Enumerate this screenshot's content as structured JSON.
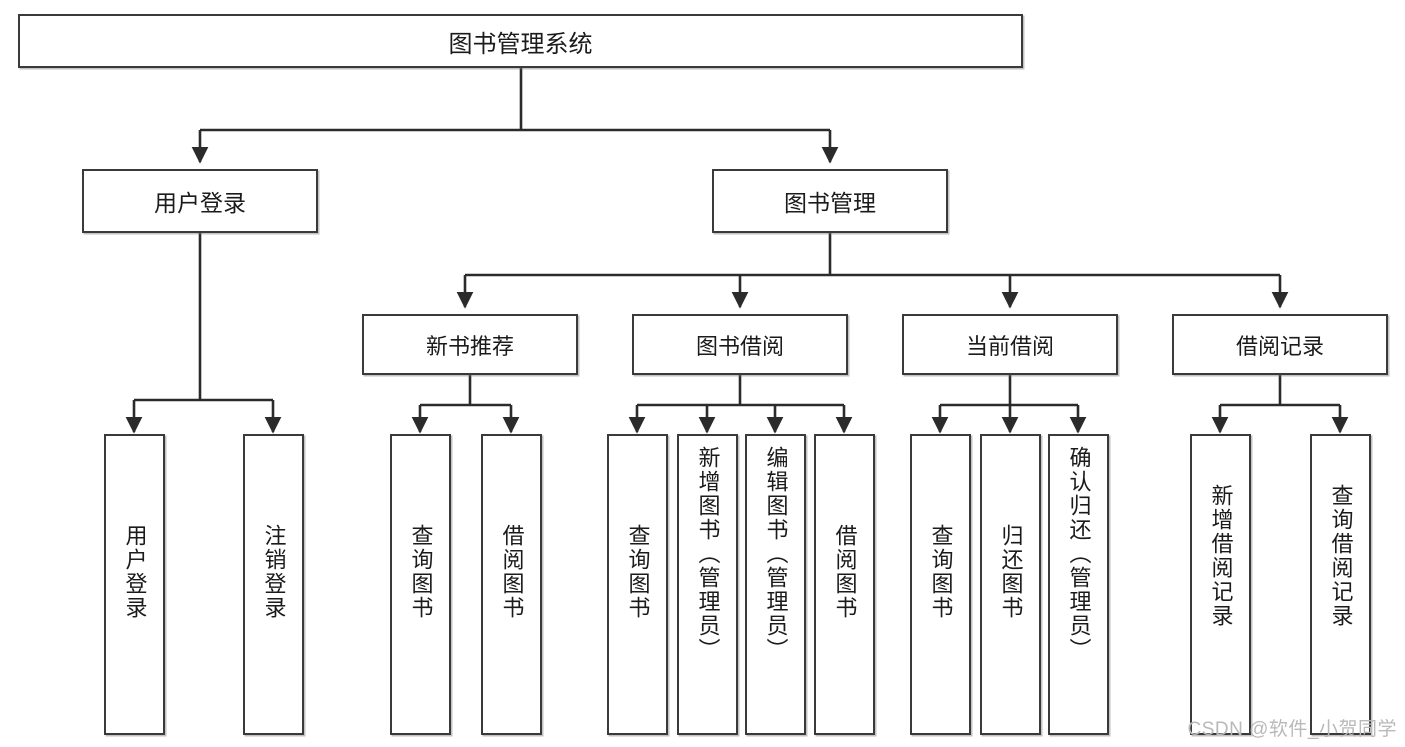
{
  "diagram": {
    "title": "图书管理系统",
    "type": "tree-hierarchy",
    "root": {
      "label": "图书管理系统"
    },
    "level2": [
      {
        "label": "用户登录"
      },
      {
        "label": "图书管理"
      }
    ],
    "level3": [
      {
        "label": "新书推荐"
      },
      {
        "label": "图书借阅"
      },
      {
        "label": "当前借阅"
      },
      {
        "label": "借阅记录"
      }
    ],
    "leaves": {
      "user_login": [
        {
          "label": "用户登录"
        },
        {
          "label": "注销登录"
        }
      ],
      "new_book_recommend": [
        {
          "label": "查询图书"
        },
        {
          "label": "借阅图书"
        }
      ],
      "book_borrow": [
        {
          "label": "查询图书"
        },
        {
          "label": "新增图书（管理员）"
        },
        {
          "label": "编辑图书（管理员）"
        },
        {
          "label": "借阅图书"
        }
      ],
      "current_borrow": [
        {
          "label": "查询图书"
        },
        {
          "label": "归还图书"
        },
        {
          "label": "确认归还（管理员）"
        }
      ],
      "borrow_records": [
        {
          "label": "新增借阅记录"
        },
        {
          "label": "查询借阅记录"
        }
      ]
    }
  },
  "watermark": {
    "text": "CSDN @软件_小贺同学"
  },
  "colors": {
    "box_border": "#3a3a3a",
    "box_fill": "#ffffff",
    "connector": "#2b2b2b",
    "text": "#1b1b1b",
    "watermark": "#b9b9b9"
  }
}
